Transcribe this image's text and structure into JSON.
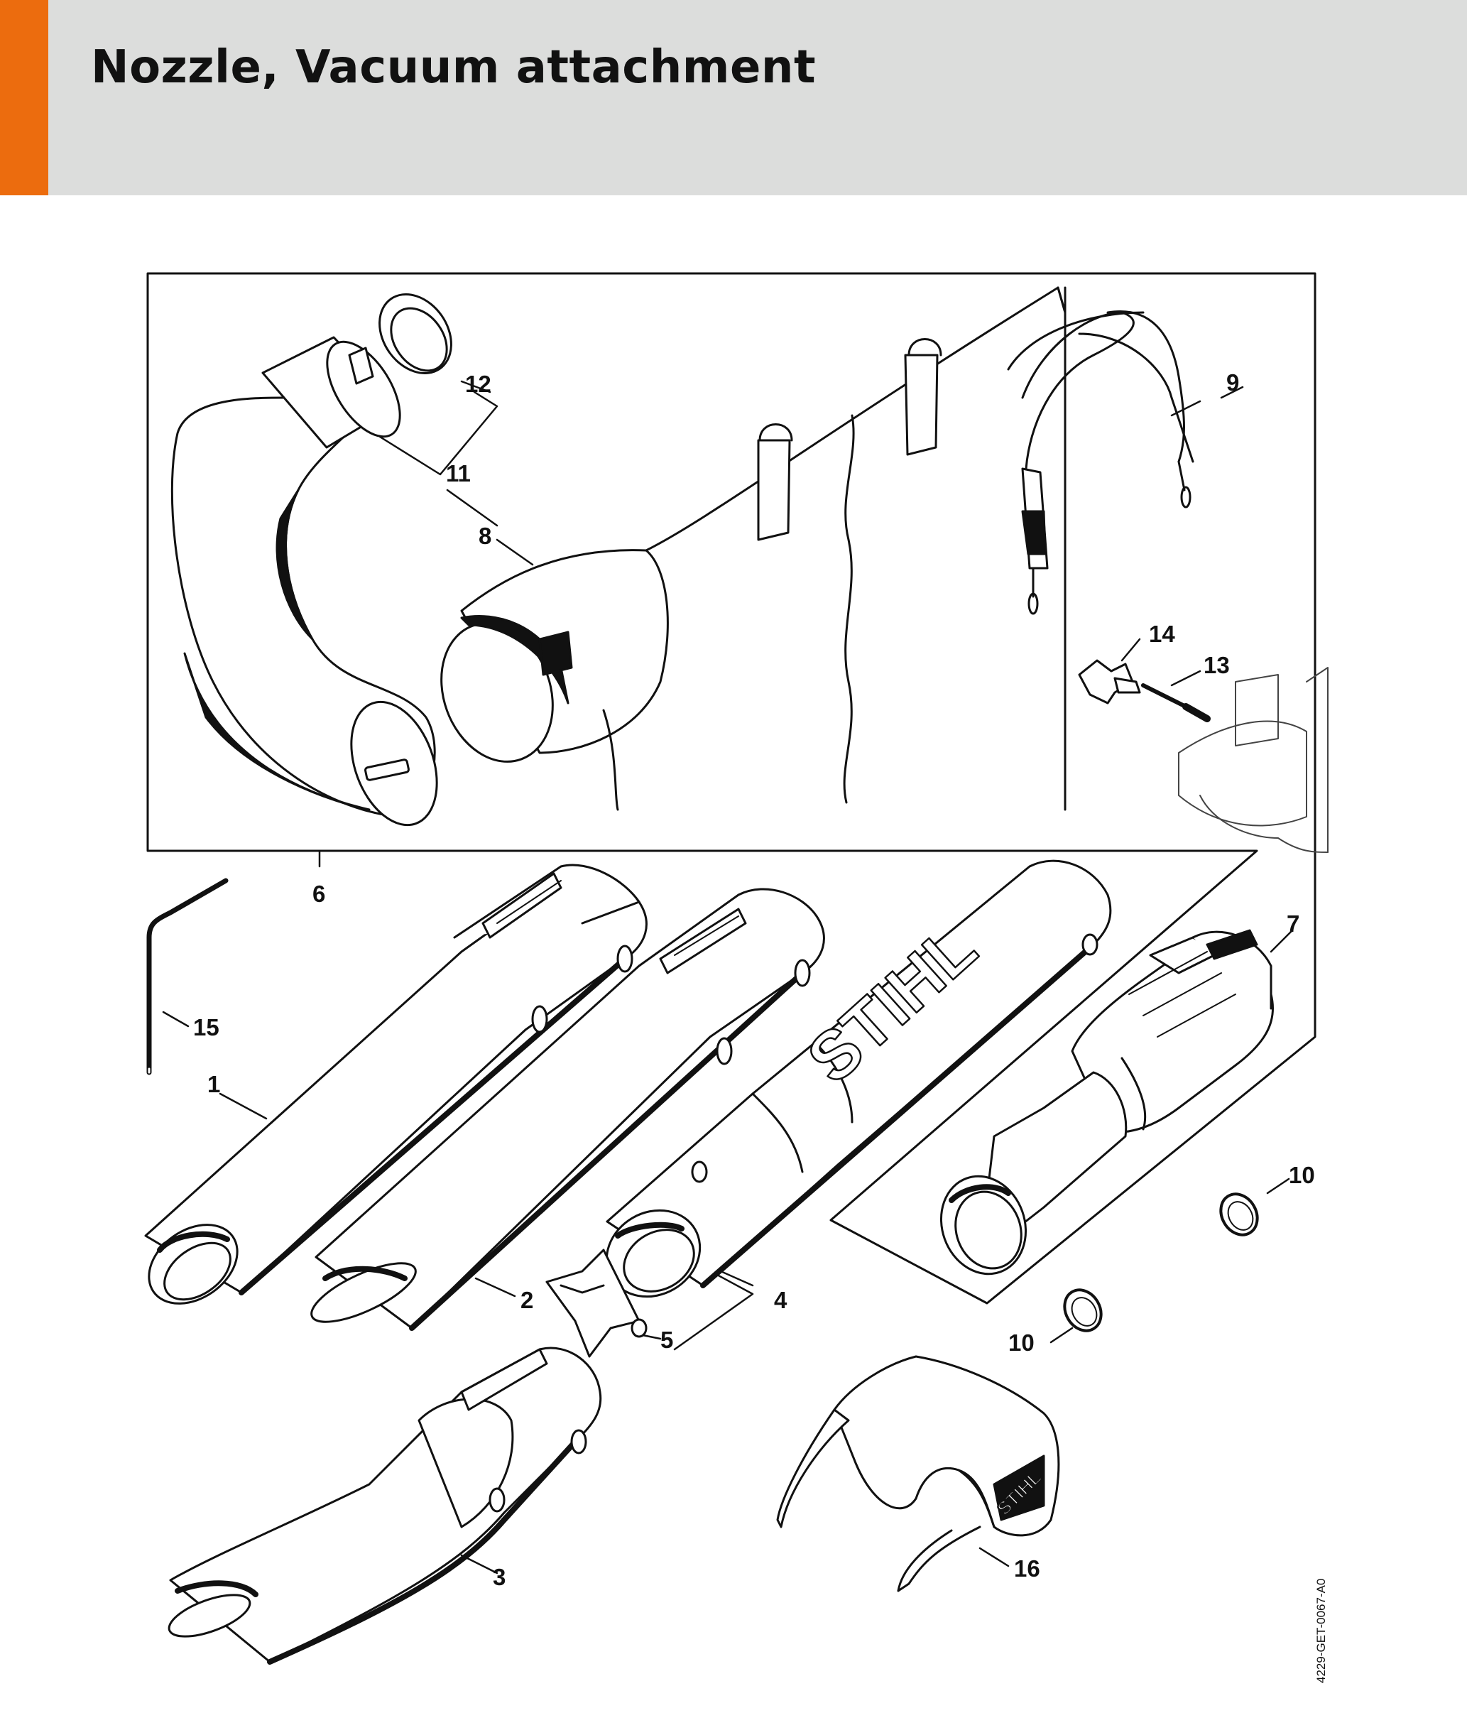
{
  "header": {
    "title": "Nozzle, Vacuum attachment",
    "accent_color": "#ec6c0e",
    "band_color": "#dcdddc"
  },
  "diagram": {
    "brand_text": "STIHL",
    "callouts": [
      {
        "number": "1",
        "part": "blower-tube"
      },
      {
        "number": "2",
        "part": "flat-nozzle"
      },
      {
        "number": "3",
        "part": "wide-nozzle"
      },
      {
        "number": "4",
        "part": "round-tube"
      },
      {
        "number": "5",
        "part": "deflector-insert"
      },
      {
        "number": "6",
        "part": "vacuum-attachment-kit"
      },
      {
        "number": "7",
        "part": "connector-elbow"
      },
      {
        "number": "8",
        "part": "collection-bag"
      },
      {
        "number": "9",
        "part": "shoulder-strap"
      },
      {
        "number": "10",
        "part": "ring"
      },
      {
        "number": "10",
        "part": "ring"
      },
      {
        "number": "11",
        "part": "intake-elbow"
      },
      {
        "number": "12",
        "part": "intake-ring"
      },
      {
        "number": "13",
        "part": "screw"
      },
      {
        "number": "14",
        "part": "star-knob"
      },
      {
        "number": "15",
        "part": "wrench"
      },
      {
        "number": "16",
        "part": "safety-glasses"
      }
    ]
  },
  "figure_reference": "4229-GET-0067-A0"
}
